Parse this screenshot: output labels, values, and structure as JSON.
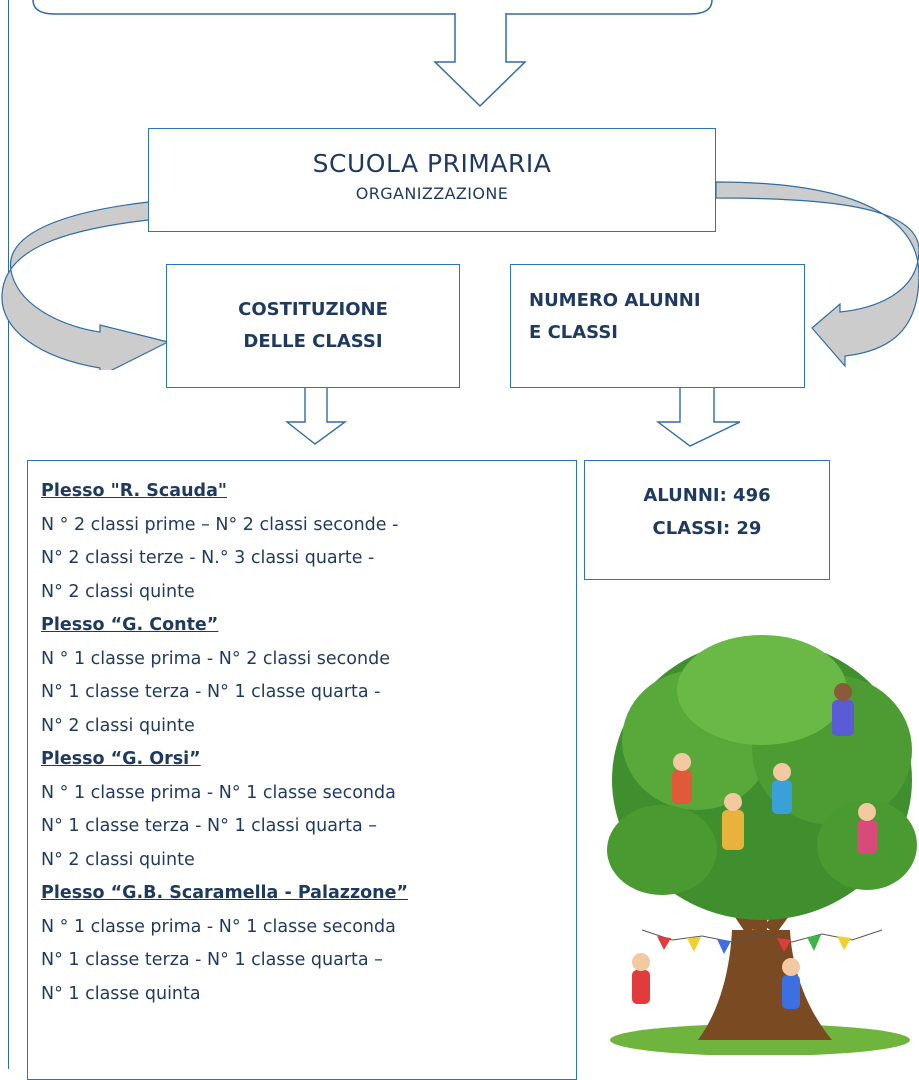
{
  "primaria": {
    "title": "SCUOLA PRIMARIA",
    "subtitle": "ORGANIZZAZIONE"
  },
  "costituzione": {
    "line1": "COSTITUZIONE",
    "line2": "DELLE CLASSI"
  },
  "numero": {
    "line1": "NUMERO ALUNNI",
    "line2": "E CLASSI"
  },
  "totali": {
    "alunni": "ALUNNI: 496",
    "classi": "CLASSI: 29"
  },
  "plessi": [
    {
      "name": "Plesso \"R. Scauda\"",
      "lines": [
        "N ° 2 classi prime – N° 2 classi seconde -",
        "N° 2 classi terze - N.° 3 classi quarte -",
        "N° 2 classi quinte"
      ]
    },
    {
      "name": "Plesso “G. Conte”",
      "lines": [
        "N ° 1 classe prima -  N° 2 classi seconde",
        "N° 1 classe terza - N° 1 classe quarta  -",
        "N° 2  classi quinte"
      ]
    },
    {
      "name": "Plesso “G. Orsi”",
      "lines": [
        "N ° 1 classe prima - N° 1 classe seconda",
        "N° 1 classe terza - N° 1 classi quarta –",
        "N° 2  classi quinte"
      ]
    },
    {
      "name": "Plesso “G.B. Scaramella - Palazzone”",
      "lines": [
        "N ° 1 classe prima -  N° 1 classe seconda",
        "N° 1 classe terza - N° 1 classe quarta –",
        "N° 1  classe quinta"
      ]
    }
  ],
  "colors": {
    "border": "#2e75b6",
    "arrow_fill": "#c9c9c9",
    "text": "#1f3a5f"
  }
}
